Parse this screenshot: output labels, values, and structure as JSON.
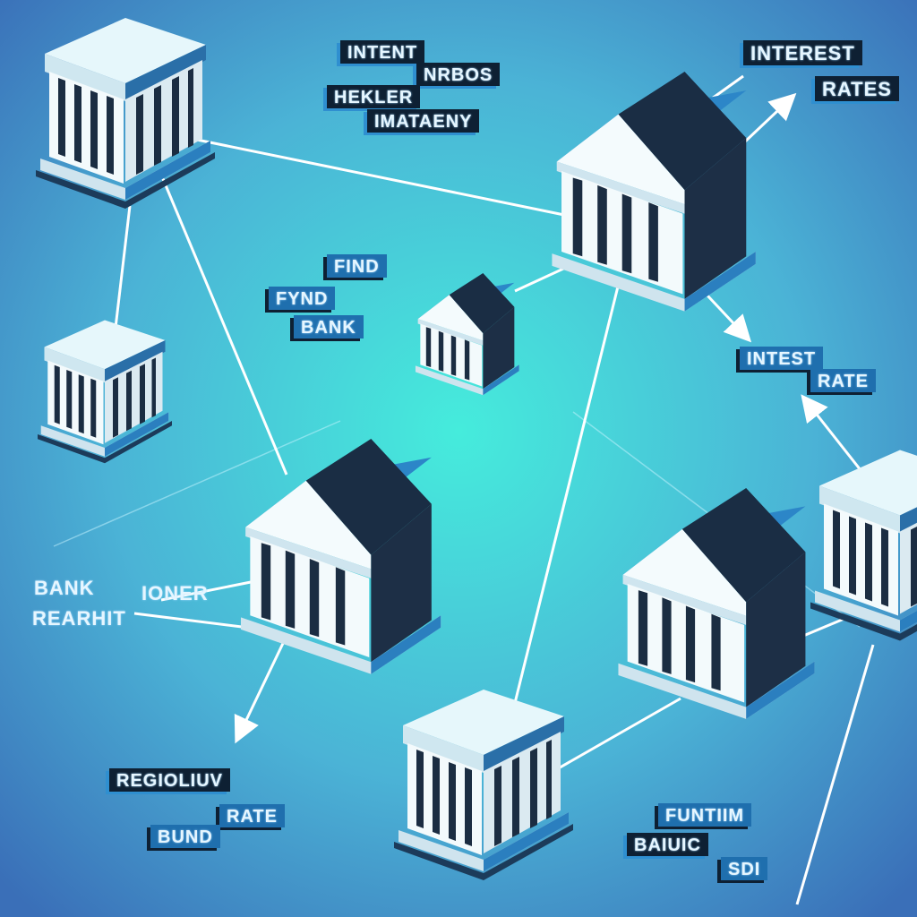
{
  "colors": {
    "center": "#45ecdc",
    "edge": "#3a78bd",
    "label_dark": "#0e2033",
    "label_blue": "#1f6fae",
    "roof_dark": "#1a2d44",
    "link": "#ffffff"
  },
  "labels": {
    "top_cluster": [
      "INTENT",
      "NRBOS",
      "HEKLER",
      "IMATAENY"
    ],
    "top_right": [
      "INTEREST",
      "RATES"
    ],
    "center_left": [
      "FIND",
      "FYND",
      "BANK"
    ],
    "right_mid": [
      "INTEST",
      "RATE"
    ],
    "left_mid": [
      "BANK",
      "IONER",
      "REARHIT"
    ],
    "bottom_left": [
      "REGIOLIUV",
      "RATE",
      "BUND"
    ],
    "bottom_right": [
      "FUNTIIM",
      "BAIUIC",
      "SDI"
    ]
  }
}
